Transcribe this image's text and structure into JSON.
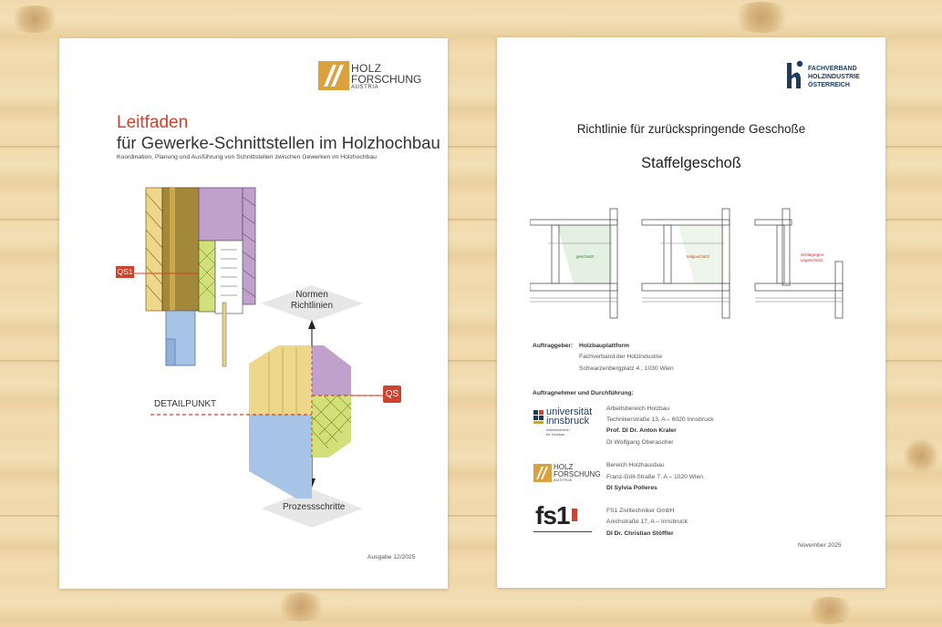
{
  "left_page": {
    "logo": {
      "line1": "HOLZ",
      "line2": "FORSCHUNG",
      "line3": "AUSTRIA"
    },
    "title_red": "Leitfaden",
    "title_main": "für Gewerke-Schnittstellen im Holzhochbau",
    "subtitle": "Koordination, Planung und Ausführung von Schnittstellen zwischen Gewerken im Holzhochbau",
    "label_qs1": "QS1",
    "label_qs": "QS",
    "label_normen_1": "Normen",
    "label_normen_2": "Richtlinien",
    "label_detailpunkt": "DETAILPUNKT",
    "label_prozess": "Prozessschritte",
    "edition": "Ausgabe 12/2025",
    "colors": {
      "red": "#d0412e",
      "yellow": "#ecd78a",
      "purple": "#bfa1cc",
      "blue": "#a7c3e6",
      "green": "#d3e07a"
    }
  },
  "right_page": {
    "logo": {
      "line1": "FACHVERBAND",
      "line2": "HOLZINDUSTRIE",
      "line3": "ÖSTERREICH"
    },
    "title": "Richtlinie für zurückspringende Geschoße",
    "subtitle": "Staffelgeschoß",
    "diagram_labels": [
      "geschützt",
      "teilgeschützt",
      "Schlagregen",
      "ungeschützt"
    ],
    "client_label": "Auftraggeber:",
    "client_lines": [
      "Holzbauplattform",
      "Fachverband der Holzindustrie",
      "Schwarzenbergplatz 4 , 1030 Wien"
    ],
    "contractors_label": "Auftragnehmer und Durchführung:",
    "uni_logo": {
      "line1": "universität",
      "line2": "innsbruck",
      "line3": "Arbeitsbereich",
      "line4": "für Holzbau"
    },
    "uni_lines": [
      "Arbeitsbereich Holzbau",
      "Technikerstraße 13, A – 6020 Innsbruck",
      "Prof. DI Dr. Anton Kraler",
      "DI Wolfgang Oberascher"
    ],
    "hfa_logo": {
      "line1": "HOLZ",
      "line2": "FORSCHUNG",
      "line3": "AUSTRIA"
    },
    "hfa_lines": [
      "Bereich Holzhausbau",
      "Franz-Grill-Straße 7, A – 1020 Wien",
      "DI Sylvia Polleres"
    ],
    "fs1_logo": "fs1",
    "fs1_lines": [
      "FS1 Ziviltechniker GmbH",
      "Anichstraße 17, A – Innsbruck",
      "DI Dr. Christian Stöffler"
    ],
    "date": "November 2025"
  }
}
